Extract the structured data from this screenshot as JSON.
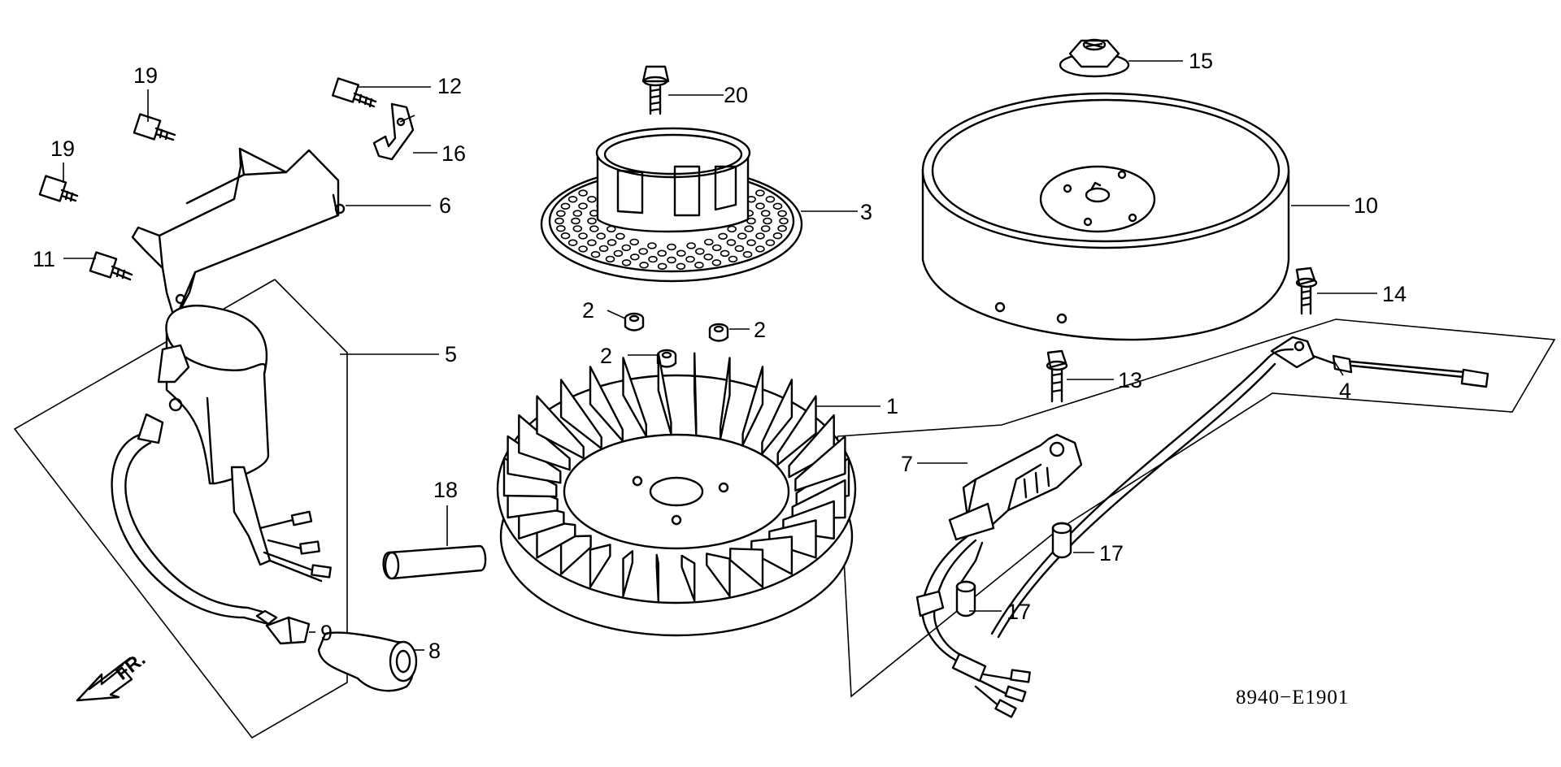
{
  "drawing_code": "8940−E1901",
  "direction_label": "FR.",
  "callouts": {
    "c1": "1",
    "c2a": "2",
    "c2b": "2",
    "c2c": "2",
    "c3": "3",
    "c4": "4",
    "c5": "5",
    "c6": "6",
    "c7": "7",
    "c8": "8",
    "c9": "9",
    "c10": "10",
    "c11": "11",
    "c12": "12",
    "c13": "13",
    "c14": "14",
    "c15": "15",
    "c16": "16",
    "c17a": "17",
    "c17b": "17",
    "c18": "18",
    "c19a": "19",
    "c19b": "19",
    "c20": "20"
  }
}
